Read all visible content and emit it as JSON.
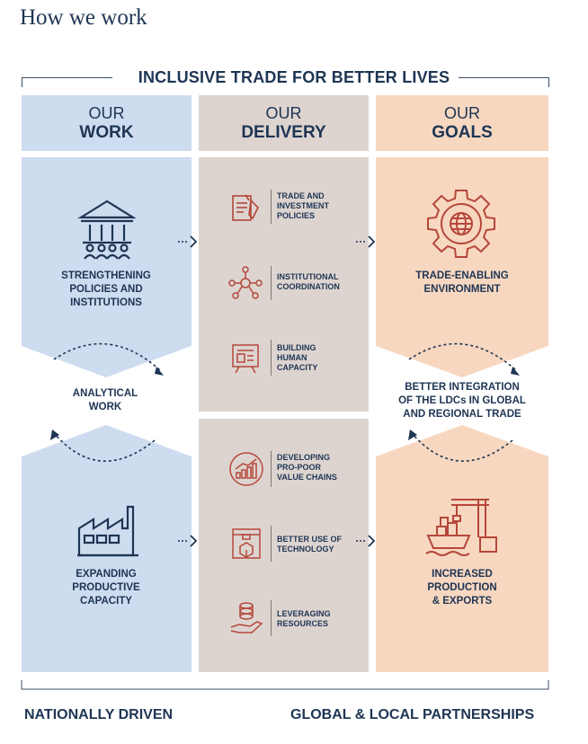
{
  "page_title": "How we work",
  "banner": "INCLUSIVE TRADE FOR BETTER LIVES",
  "columns": {
    "work": {
      "line1": "OUR",
      "line2": "WORK"
    },
    "delivery": {
      "line1": "OUR",
      "line2": "DELIVERY"
    },
    "goals": {
      "line1": "OUR",
      "line2": "GOALS"
    }
  },
  "work": {
    "top": [
      "STRENGTHENING",
      "POLICIES AND",
      "INSTITUTIONS"
    ],
    "middle": [
      "ANALYTICAL",
      "WORK"
    ],
    "bottom": [
      "EXPANDING",
      "PRODUCTIVE",
      "CAPACITY"
    ]
  },
  "delivery": {
    "top": [
      {
        "icon": "policy-document-icon",
        "lines": [
          "TRADE AND",
          "INVESTMENT",
          "POLICIES"
        ]
      },
      {
        "icon": "network-coordination-icon",
        "lines": [
          "INSTITUTIONAL",
          "COORDINATION"
        ]
      },
      {
        "icon": "training-board-icon",
        "lines": [
          "BUILDING",
          "HUMAN",
          "CAPACITY"
        ]
      }
    ],
    "bottom": [
      {
        "icon": "growth-chart-icon",
        "lines": [
          "DEVELOPING",
          "PRO-POOR",
          "VALUE CHAINS"
        ]
      },
      {
        "icon": "3d-printer-icon",
        "lines": [
          "BETTER USE OF",
          "TECHNOLOGY"
        ]
      },
      {
        "icon": "coins-hand-icon",
        "lines": [
          "LEVERAGING",
          "RESOURCES"
        ]
      }
    ]
  },
  "goals": {
    "top": [
      "TRADE-ENABLING",
      "ENVIRONMENT"
    ],
    "middle": [
      "BETTER INTEGRATION",
      "OF THE LDCs IN GLOBAL",
      "AND REGIONAL TRADE"
    ],
    "bottom": [
      "INCREASED",
      "PRODUCTION",
      "& EXPORTS"
    ]
  },
  "footer": {
    "left": "NATIONALLY DRIVEN",
    "right": "GLOBAL & LOCAL PARTNERSHIPS"
  },
  "colors": {
    "navy": "#1e3553",
    "blue": "#cddcef",
    "grey": "#ddd4d0",
    "peach": "#f7d7c0",
    "icon_red": "#b5473a"
  }
}
